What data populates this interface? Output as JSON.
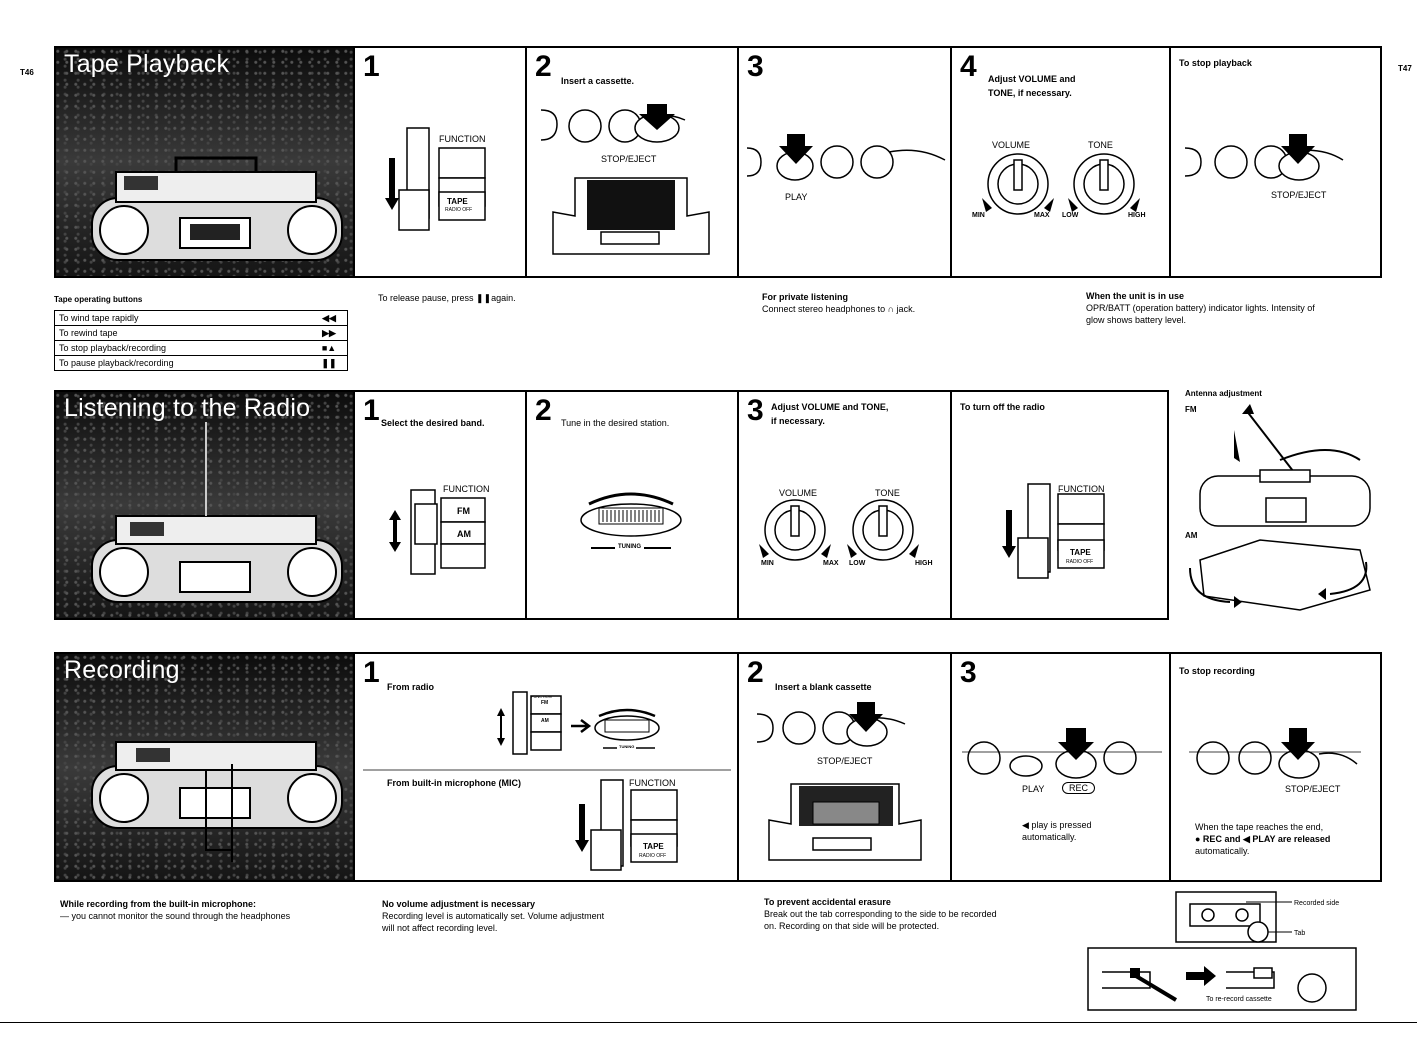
{
  "page_code_left": "T46",
  "page_code_right": "T47",
  "tape": {
    "title": "Tape Playback",
    "step1": {
      "num": "1",
      "function_label": "FUNCTION",
      "tape_label": "TAPE",
      "tape_sub": "RADIO OFF"
    },
    "step2": {
      "num": "2",
      "caption": "Insert a cassette.",
      "label": "STOP/EJECT"
    },
    "step3": {
      "num": "3",
      "label": "PLAY"
    },
    "step4": {
      "num": "4",
      "caption_line1": "Adjust VOLUME and",
      "caption_line2": "TONE, if necessary.",
      "volume": "VOLUME",
      "tone": "TONE",
      "min": "MIN",
      "max": "MAX",
      "low": "LOW",
      "high": "HIGH"
    },
    "stop": {
      "caption": "To stop playback",
      "label": "STOP/EJECT"
    }
  },
  "ops_table": {
    "title": "Tape operating buttons",
    "rows": [
      {
        "text": "To wind tape rapidly",
        "sym": "◀◀"
      },
      {
        "text": "To rewind tape",
        "sym": "▶▶"
      },
      {
        "text": "To stop playback/recording",
        "sym": "■▲"
      },
      {
        "text": "To pause playback/recording",
        "sym": "❚❚"
      }
    ]
  },
  "notes1": {
    "release": "To release pause, press ❚❚again.",
    "private_title": "For private listening",
    "private_text": "Connect stereo headphones to ∩ jack.",
    "unit_title": "When the unit is in use",
    "unit_text1": "OPR/BATT (operation battery) indicator lights. Intensity of",
    "unit_text2": "glow shows battery level."
  },
  "radio": {
    "title": "Listening to the Radio",
    "step1": {
      "num": "1",
      "caption": "Select the desired band.",
      "function_label": "FUNCTION",
      "fm": "FM",
      "am": "AM"
    },
    "step2": {
      "num": "2",
      "caption": "Tune in the desired station.",
      "tuning": "TUNING"
    },
    "step3": {
      "num": "3",
      "caption_line1": "Adjust VOLUME and TONE,",
      "caption_line2": "if necessary.",
      "volume": "VOLUME",
      "tone": "TONE",
      "min": "MIN",
      "max": "MAX",
      "low": "LOW",
      "high": "HIGH"
    },
    "off": {
      "caption": "To turn off the radio",
      "function_label": "FUNCTION",
      "tape_label": "TAPE",
      "tape_sub": "RADIO OFF"
    },
    "antenna": {
      "title": "Antenna adjustment",
      "fm": "FM",
      "am": "AM"
    }
  },
  "rec": {
    "title": "Recording",
    "step1": {
      "num": "1",
      "from_radio": "From radio",
      "function_label": "FUNCTION",
      "fm": "FM",
      "am": "AM",
      "tuning": "TUNING",
      "from_mic": "From built-in microphone (MIC)",
      "function_label2": "FUNCTION",
      "tape_label": "TAPE",
      "tape_sub": "RADIO OFF"
    },
    "step2": {
      "num": "2",
      "caption": "Insert a blank cassette",
      "label": "STOP/EJECT"
    },
    "step3": {
      "num": "3",
      "play": "PLAY",
      "rec": "REC",
      "note_line1": "◀ play is pressed",
      "note_line2": "automatically."
    },
    "stop": {
      "caption": "To stop recording",
      "label": "STOP/EJECT",
      "note_line1": "When the tape reaches the end,",
      "note_line2": "● REC and ◀ PLAY are released",
      "note_line3": "automatically."
    }
  },
  "notes3": {
    "mic_title": "While recording from the built-in microphone:",
    "mic_text": "— you cannot monitor the sound through the headphones",
    "vol_title": "No volume adjustment is necessary",
    "vol_text1": "Recording level is automatically set. Volume adjustment",
    "vol_text2": "will not affect recording level.",
    "erase_title": "To prevent accidental erasure",
    "erase_text1": "Break out the tab corresponding to the side to be recorded",
    "erase_text2": "on. Recording on that side will be protected.",
    "recorded_side": "Recorded side",
    "tab": "Tab",
    "rerecord": "To re-record cassette"
  }
}
